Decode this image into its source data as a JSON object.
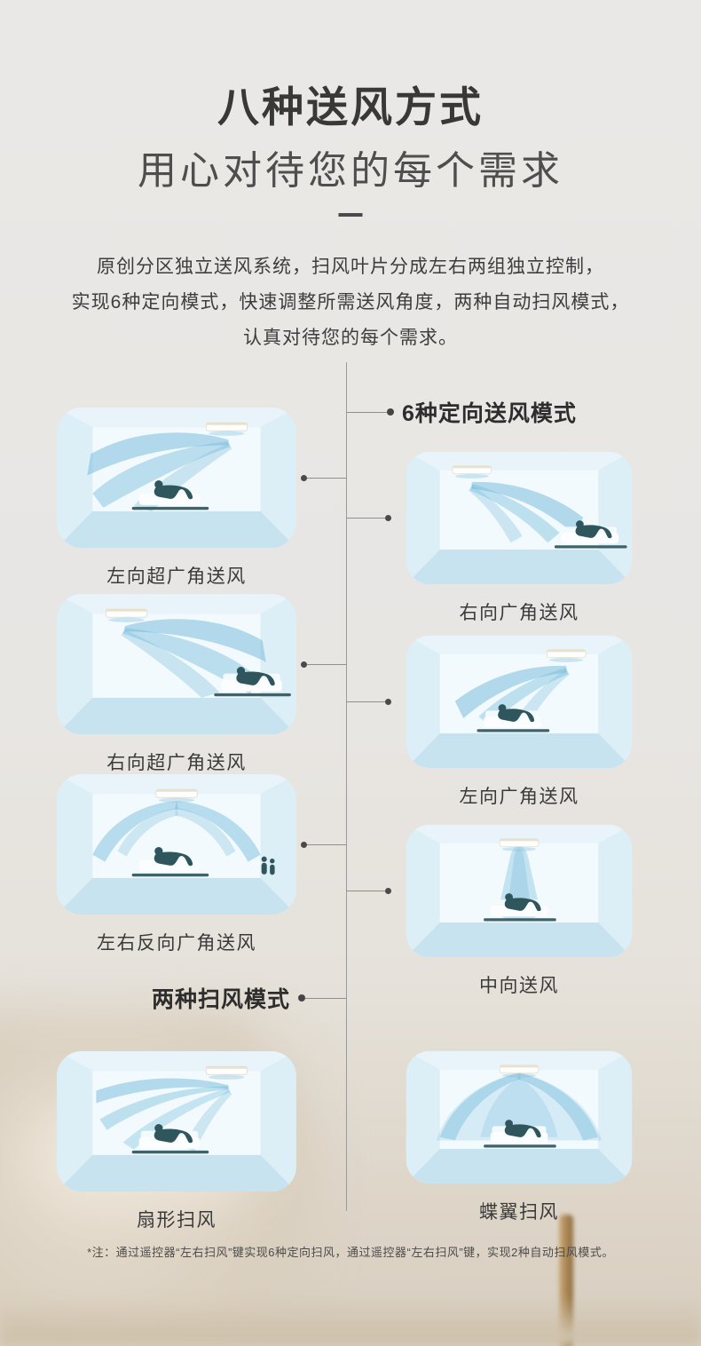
{
  "header": {
    "title": "八种送风方式",
    "subtitle": "用心对待您的每个需求",
    "divider": "—"
  },
  "intro": {
    "line1": "原创分区独立送风系统，扫风叶片分成左右两组独立控制，",
    "line2": "实现6种定向模式，快速调整所需送风角度，两种自动扫风模式，",
    "line3": "认真对待您的每个需求。"
  },
  "sections": {
    "directional": "6种定向送风模式",
    "sweep": "两种扫风模式"
  },
  "modes": [
    {
      "label": "左向超广角送风",
      "side": "left",
      "flow": "fan-left-ultra",
      "ac": "right",
      "sofa": "left",
      "extra_people": false
    },
    {
      "label": "右向广角送风",
      "side": "right",
      "flow": "fan-right-wide",
      "ac": "left",
      "sofa": "right",
      "extra_people": false
    },
    {
      "label": "右向超广角送风",
      "side": "left",
      "flow": "fan-right-ultra",
      "ac": "left",
      "sofa": "right",
      "extra_people": false
    },
    {
      "label": "左向广角送风",
      "side": "right",
      "flow": "fan-left-wide",
      "ac": "right",
      "sofa": "left",
      "extra_people": false
    },
    {
      "label": "左右反向广角送风",
      "side": "left",
      "flow": "dome-split",
      "ac": "center",
      "sofa": "left",
      "extra_people": true
    },
    {
      "label": "中向送风",
      "side": "right",
      "flow": "cone-center",
      "ac": "center",
      "sofa": "center",
      "extra_people": false
    },
    {
      "label": "扇形扫风",
      "side": "left",
      "flow": "sweep-fan-left",
      "ac": "right",
      "sofa": "left",
      "extra_people": false
    },
    {
      "label": "蝶翼扫风",
      "side": "right",
      "flow": "butterfly",
      "ac": "center",
      "sofa": "center",
      "extra_people": false
    }
  ],
  "footnote": "*注：通过遥控器“左右扫风”键实现6种定向扫风，通过遥控器“左右扫风”键，实现2种自动扫风模式。",
  "colors": {
    "room_base": "#d6eaf4",
    "room_ceiling": "#e8f4fa",
    "room_floor": "#c8e3f0",
    "room_wall": "#dceef6",
    "room_back": "#f2fafd",
    "flow_blue": "#6fb8d9",
    "silhouette": "#2f565c",
    "sofa_white": "#fbfdfe",
    "ac_trim": "#e8dfc8"
  }
}
